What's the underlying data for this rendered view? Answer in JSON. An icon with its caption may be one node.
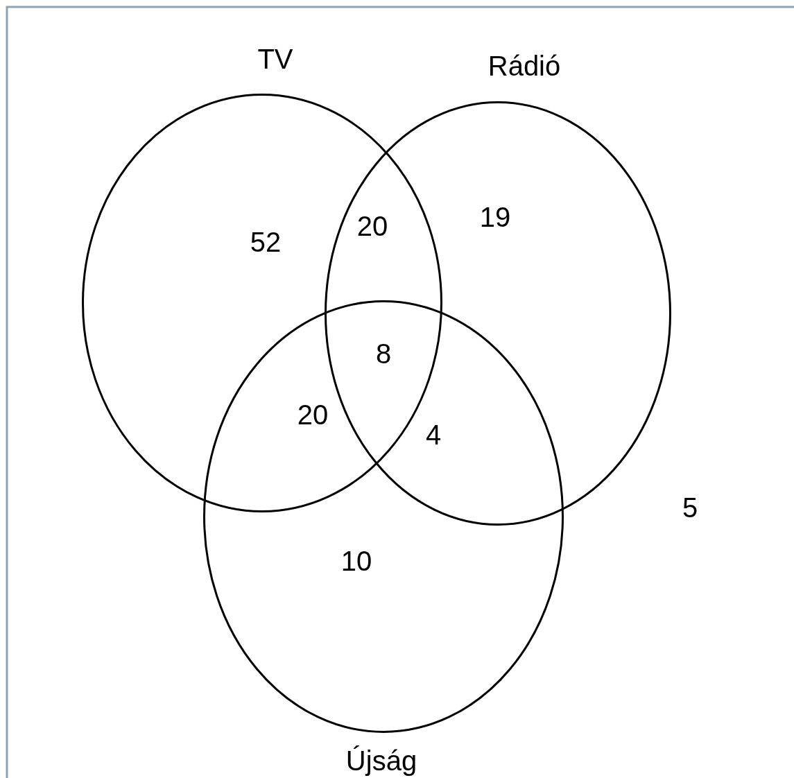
{
  "diagram": {
    "nodes": [
      {
        "text": [
          "TV"
        ]
      },
      {
        "text": [
          "Rádió"
        ]
      },
      {
        "text": [
          "Újság"
        ]
      }
    ],
    "labels": [
      "52",
      "20",
      "19",
      "8",
      "20",
      "4",
      "5",
      "10"
    ]
  }
}
